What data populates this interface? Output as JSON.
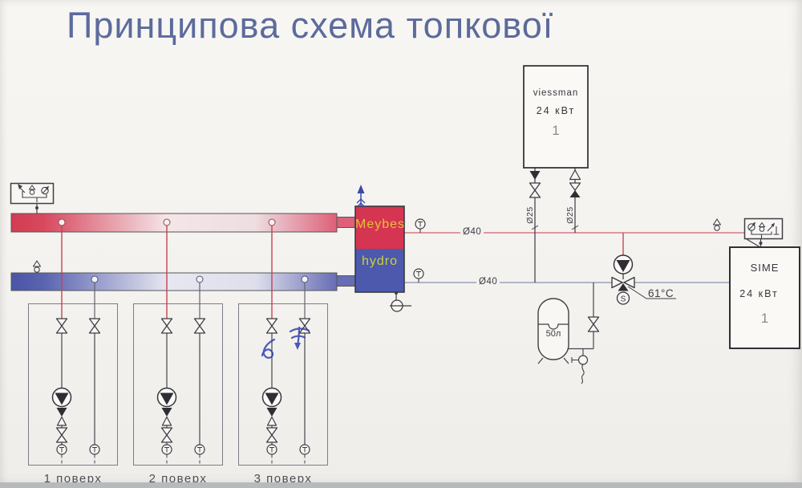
{
  "title": "Принципова схема топкової",
  "boilers": {
    "viessman": {
      "brand": "viessman",
      "power": "24 кВт",
      "count": "1",
      "pipe_left_dn": "Ø25",
      "pipe_right_dn": "Ø25"
    },
    "sime": {
      "brand": "SIME",
      "power": "24 кВт",
      "count": "1"
    }
  },
  "hydro_separator": {
    "brand_line1": "Meybes",
    "brand_line2": "hydro"
  },
  "mains": {
    "supply_dn": "Ø40",
    "return_dn": "Ø40"
  },
  "mixing_unit": {
    "setpoint": "61°C",
    "actuator": "S"
  },
  "expansion_tank": {
    "volume": "50л"
  },
  "floors": [
    {
      "label": "1 поверх"
    },
    {
      "label": "2 поверх"
    },
    {
      "label": "3 поверх"
    }
  ],
  "colors": {
    "title": "#5c6b9c",
    "supply_red": "#d23c52",
    "return_blue": "#4a55a6",
    "line": "#3d3d44",
    "annotation_ink": "#2f3fb0"
  }
}
